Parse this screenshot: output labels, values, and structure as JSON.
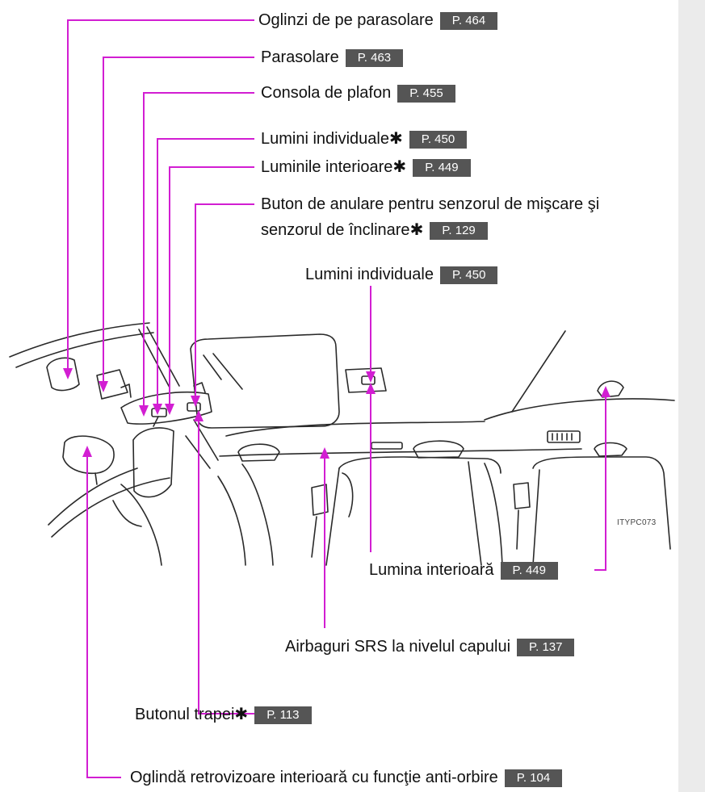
{
  "callouts": [
    {
      "id": "sun-visor-mirrors",
      "label": "Oglinzi de pe parasolare",
      "ref": "P. 464"
    },
    {
      "id": "sun-visors",
      "label": "Parasolare",
      "ref": "P. 463"
    },
    {
      "id": "overhead-console",
      "label": "Consola de plafon",
      "ref": "P. 455"
    },
    {
      "id": "personal-lights-front",
      "label": "Lumini individuale",
      "mark": "✱",
      "ref": "P. 450"
    },
    {
      "id": "interior-lights-front",
      "label": "Luminile interioare",
      "mark": "✱",
      "ref": "P. 449"
    },
    {
      "id": "sensor-cancel-button",
      "label_line1": "Buton de anulare pentru senzorul de mişcare şi",
      "label_line2": "senzorul de înclinare",
      "mark": "✱",
      "ref": "P. 129"
    },
    {
      "id": "personal-lights-rear",
      "label": "Lumini individuale",
      "ref": "P. 450"
    },
    {
      "id": "interior-light-rear",
      "label": "Lumina interioară",
      "ref": "P. 449"
    },
    {
      "id": "srs-curtain-airbags",
      "label": "Airbaguri SRS la nivelul capului",
      "ref": "P. 137"
    },
    {
      "id": "moon-roof-switch",
      "label": "Butonul trapei",
      "mark": "✱",
      "ref": "P. 113"
    },
    {
      "id": "anti-glare-mirror",
      "label": "Oglindă retrovizoare interioară cu funcţie anti-orbire",
      "ref": "P. 104"
    }
  ],
  "image_code": "ITYPC073",
  "colors": {
    "leader": "#d21ed2",
    "ref_badge": "#555555",
    "drawing": "#2a2a2a",
    "sidebar": "#ebebeb"
  }
}
